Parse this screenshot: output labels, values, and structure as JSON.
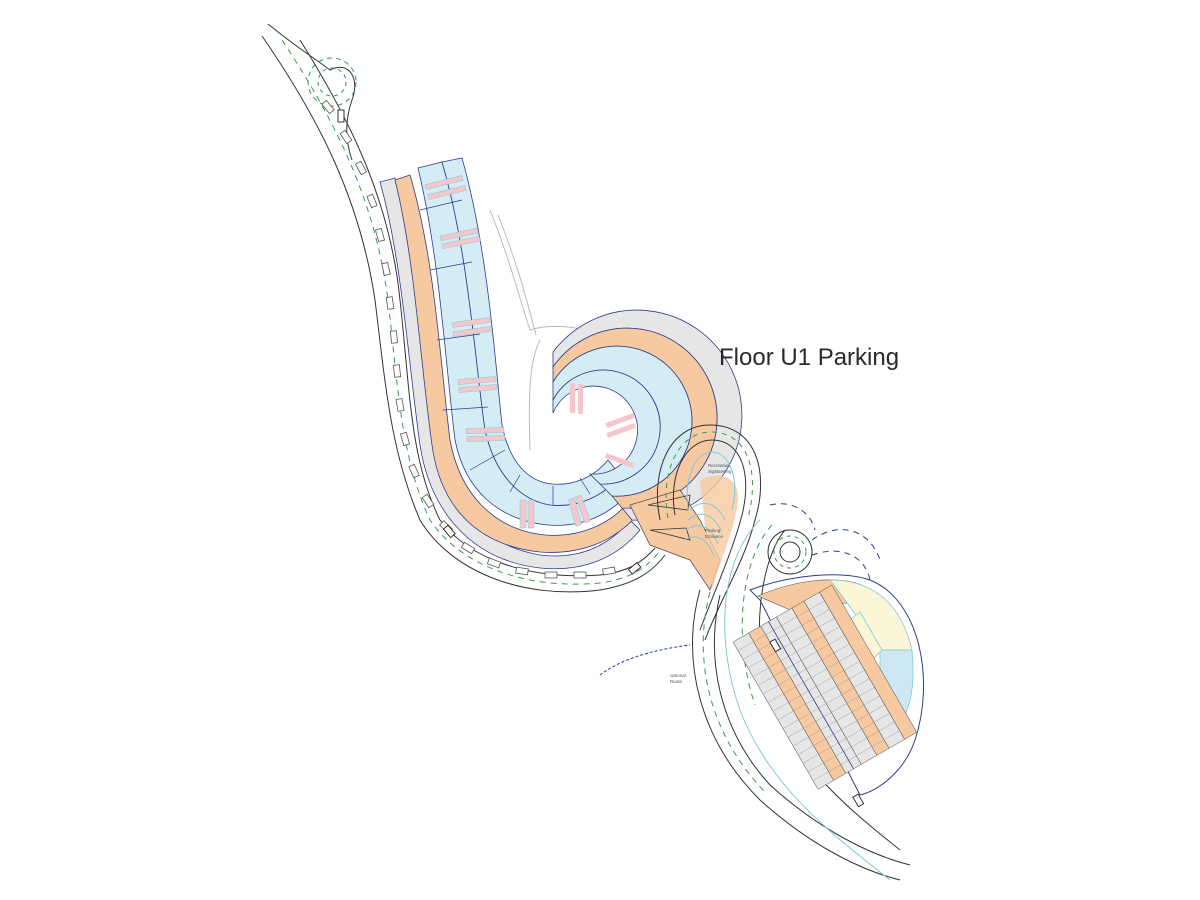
{
  "drawing": {
    "title": "Floor U1 Parking",
    "labels": {
      "recreation": [
        "Recreation",
        "Sightseeing"
      ],
      "entrance": [
        "Parking",
        "Entrance"
      ],
      "optional_route": [
        "optional",
        "Route"
      ]
    },
    "colors": {
      "background": "#ffffff",
      "drive_aisle": "#f7c9a0",
      "parking_bay_blue": "#d6ecf5",
      "parking_bay_pink": "#f5c6cc",
      "parking_stall_grey": "#e6e6e6",
      "service_yellow": "#fbf6d8",
      "service_blue": "#cde8f2",
      "service_tan": "#e6dcbc",
      "road_line": "#333333",
      "lane_marking_green": "#3a9a4a",
      "outline_blue": "#2b3d8f",
      "ground_cyan": "#7fcbd6"
    }
  }
}
